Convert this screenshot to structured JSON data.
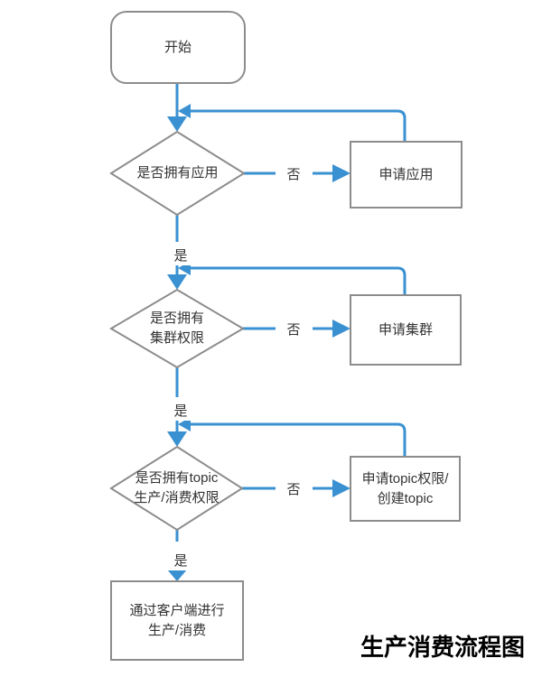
{
  "title": "生产消费流程图",
  "nodes": {
    "start": "开始",
    "decision_app": "是否拥有应用",
    "process_app": "申请应用",
    "decision_cluster": "是否拥有\n集群权限",
    "process_cluster": "申请集群",
    "decision_topic": "是否拥有topic\n生产/消费权限",
    "process_topic": "申请topic权限/\n创建topic",
    "end": "通过客户端进行\n生产/消费"
  },
  "edge_labels": {
    "yes_1": "是",
    "no_1": "否",
    "yes_2": "是",
    "no_2": "否",
    "yes_3": "是",
    "no_3": "否"
  },
  "colors": {
    "connector_blue": "#3A91D2",
    "shape_border_gray": "#8C8C8C",
    "text_dark": "#333333",
    "title_black": "#000000"
  }
}
